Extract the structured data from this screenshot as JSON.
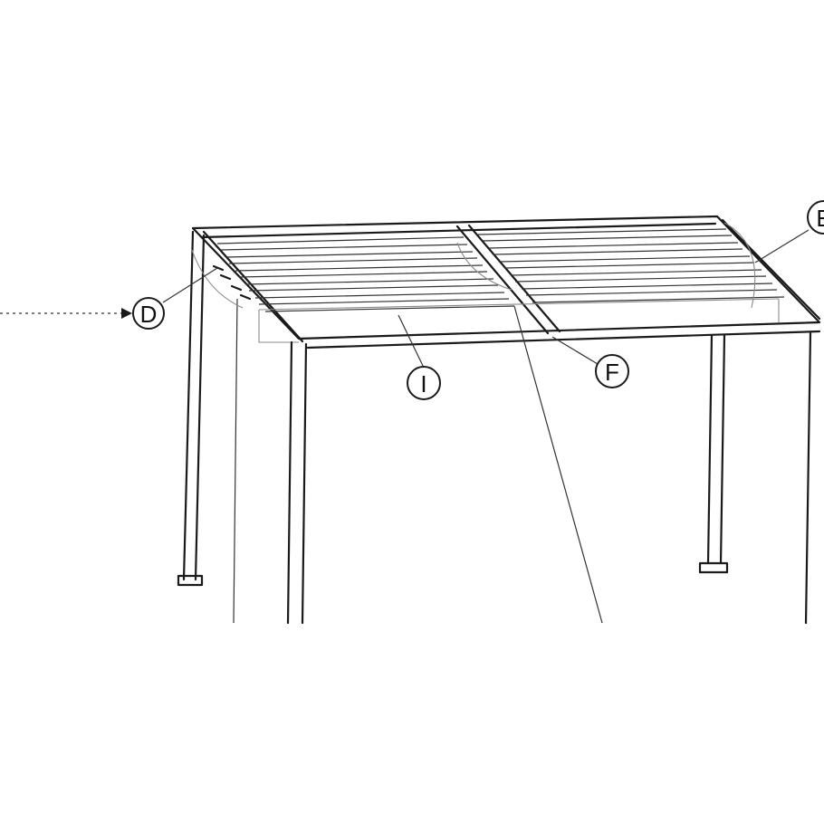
{
  "callouts": {
    "d": "D",
    "i": "I",
    "f": "F",
    "e": "E"
  },
  "colors": {
    "line": "#1a1a1a",
    "background": "#ffffff"
  }
}
